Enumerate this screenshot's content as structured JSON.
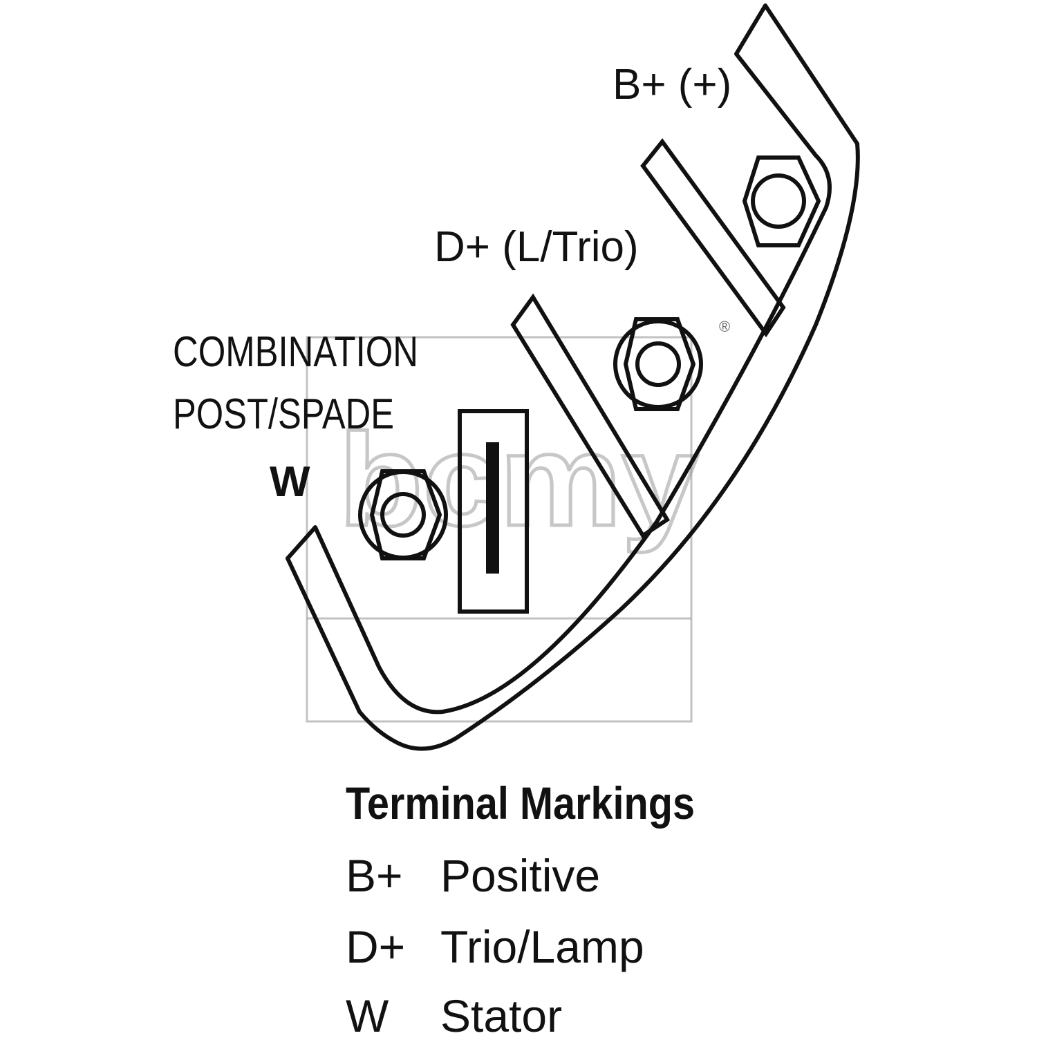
{
  "labels": {
    "b_plus": "B+ (+)",
    "d_plus": "D+ (L/Trio)",
    "combo_line1": "COMBINATION",
    "combo_line2": "POST/SPADE",
    "w": "W"
  },
  "legend": {
    "title": "Terminal Markings",
    "rows": [
      {
        "code": "B+",
        "desc": "Positive"
      },
      {
        "code": "D+",
        "desc": "Trio/Lamp"
      },
      {
        "code": "W",
        "desc": "Stator"
      }
    ]
  },
  "watermark": {
    "text": "bcmy",
    "registered_mark": "®"
  },
  "colors": {
    "ink": "#111111",
    "watermark": "#9a9a9a",
    "background": "#ffffff"
  }
}
